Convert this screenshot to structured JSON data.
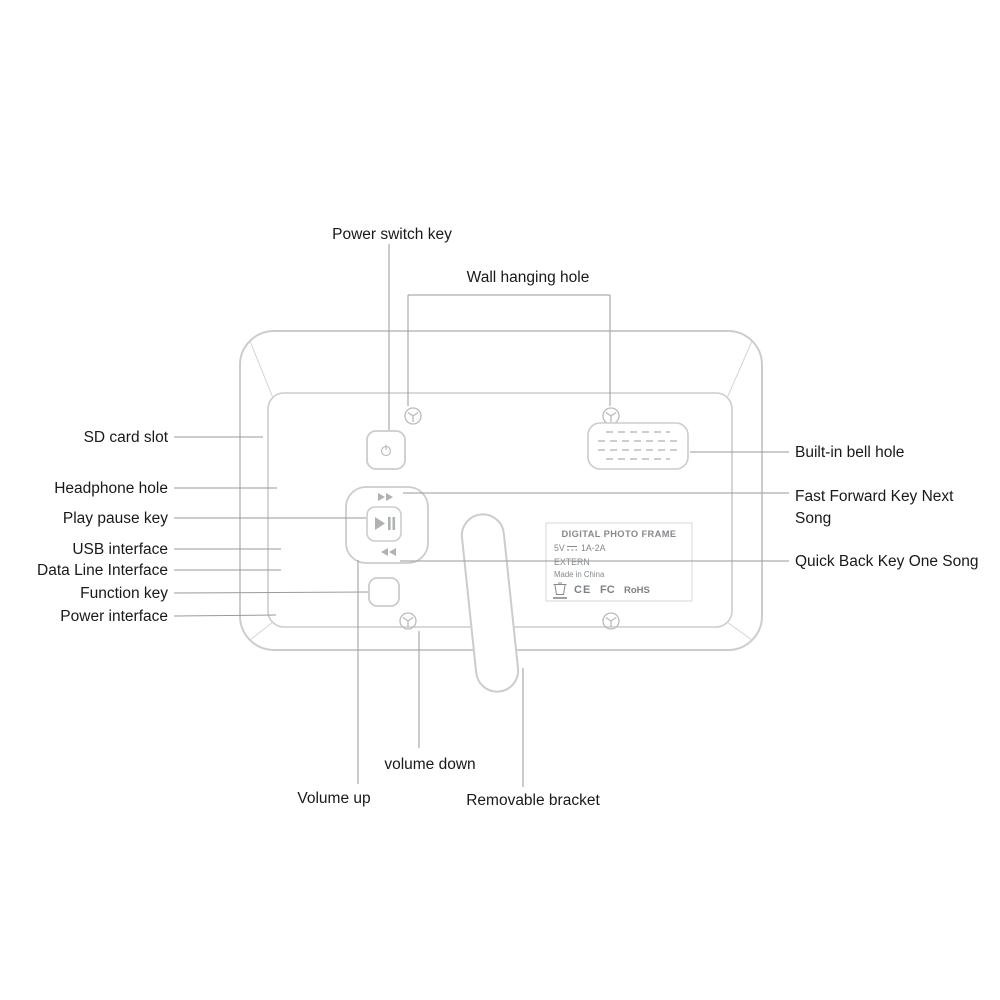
{
  "labels": {
    "power_switch_key": "Power switch key",
    "wall_hanging_hole": "Wall hanging hole",
    "sd_card_slot": "SD card slot",
    "headphone_hole": "Headphone hole",
    "play_pause_key": "Play pause key",
    "usb_interface": "USB interface",
    "data_line_interface": "Data Line Interface",
    "function_key": "Function key",
    "power_interface": "Power interface",
    "built_in_bell_hole": "Built-in bell hole",
    "fast_forward_key_line1": "Fast Forward Key Next",
    "fast_forward_key_line2": "Song",
    "quick_back_key": "Quick Back Key One Song",
    "volume_down": "volume down",
    "volume_up": "Volume up",
    "removable_bracket": "Removable bracket"
  },
  "plate": {
    "title": "DIGITAL PHOTO FRAME",
    "voltage": "5V",
    "current": "1A-2A",
    "extern": "EXTERN",
    "made_in": "Made in China",
    "mark_ce": "CE",
    "mark_fcc": "FC",
    "mark_rohs": "RoHS"
  },
  "colors": {
    "device_line": "#c9cdd0",
    "device_detail": "#b7bbbe",
    "leader_line": "#9a9a9a",
    "label_text": "#191919",
    "plate_text": "#85898d"
  }
}
